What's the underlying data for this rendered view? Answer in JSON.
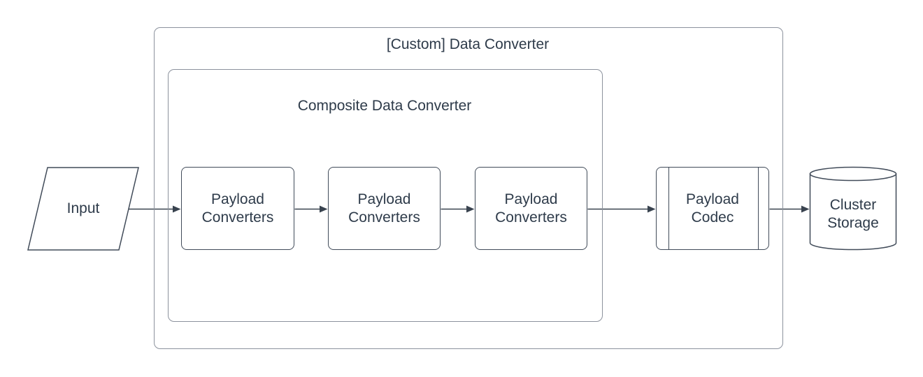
{
  "diagram": {
    "outer_container": {
      "title": "[Custom] Data Converter"
    },
    "inner_container": {
      "title": "Composite Data Converter"
    },
    "nodes": {
      "input": {
        "label": "Input",
        "shape": "parallelogram"
      },
      "payload_converter_1": {
        "label": "Payload Converters",
        "shape": "rounded-rectangle"
      },
      "payload_converter_2": {
        "label": "Payload Converters",
        "shape": "rounded-rectangle"
      },
      "payload_converter_3": {
        "label": "Payload Converters",
        "shape": "rounded-rectangle"
      },
      "payload_codec": {
        "label": "Payload Codec",
        "shape": "predefined-process"
      },
      "cluster_storage": {
        "label": "Cluster Storage",
        "shape": "cylinder"
      }
    },
    "edges": [
      {
        "from": "input",
        "to": "payload_converter_1"
      },
      {
        "from": "payload_converter_1",
        "to": "payload_converter_2"
      },
      {
        "from": "payload_converter_2",
        "to": "payload_converter_3"
      },
      {
        "from": "payload_converter_3",
        "to": "payload_codec"
      },
      {
        "from": "payload_codec",
        "to": "cluster_storage"
      }
    ],
    "colors": {
      "background": "#ffffff",
      "shape_border": "#414b59",
      "container_border": "#8c929d",
      "text": "#2e3b4a",
      "arrow": "#39434f",
      "shape_fill": "#ffffff"
    }
  }
}
